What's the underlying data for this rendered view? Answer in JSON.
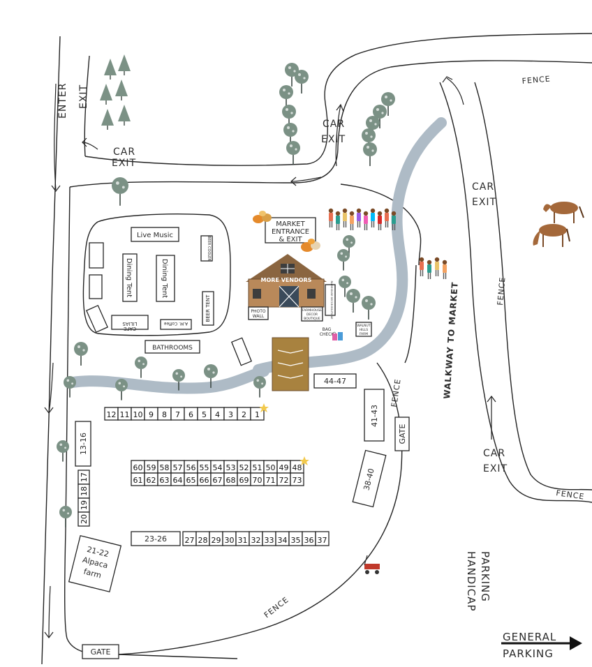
{
  "labels": {
    "enter": "ENTER",
    "exit_top": "EXIT",
    "car_exit_left_1": "CAR",
    "car_exit_left_2": "EXIT",
    "car_exit_mid_1": "CAR",
    "car_exit_mid_2": "EXIT",
    "car_exit_right_1": "CAR",
    "car_exit_right_2": "EXIT",
    "car_exit_bottom_1": "CAR",
    "car_exit_bottom_2": "EXIT",
    "fence_top": "FENCE",
    "fence_right": "FENCE",
    "fence_mid": "FENCE",
    "fence_lower_right": "FENCE",
    "fence_bottom": "FENCE",
    "market_entrance_1": "MARKET",
    "market_entrance_2": "ENTRANCE",
    "market_entrance_3": "& EXIT",
    "live_music": "Live Music",
    "beer_cooler": "BEER COOLER",
    "dining_tent_1": "Dining Tent",
    "dining_tent_2": "Dining Tent",
    "beer_tent": "BEER TENT",
    "lilias_cafe_1": "LILIAS",
    "lilias_cafe_2": "CAFE",
    "am_coffee": "A.M. Coffee",
    "bathrooms": "BATHROOMS",
    "more_vendors": "MORE VENDORS",
    "photo_wall_1": "PHOTO",
    "photo_wall_2": "WALL",
    "farmhouse_decor_1": "FARMHOUSE",
    "farmhouse_decor_2": "DECOR",
    "farmhouse_decor_3": "BOUTIQUE",
    "farmhouse_barn_side": "FARMHOUSE DECOR BOUTIQUE",
    "bag_check_1": "BAG",
    "bag_check_2": "CHECK",
    "walnut_hills_1": "WALNUT",
    "walnut_hills_2": "HILLS",
    "walnut_hills_3": "FARM",
    "walkway": "WALKWAY TO MARKET",
    "range_44_47": "44-47",
    "range_41_43": "41-43",
    "range_38_40": "38-40",
    "range_13_16": "13-16",
    "range_23_26": "23-26",
    "gate_right": "GATE",
    "gate_bottom": "GATE",
    "alpaca_1": "21-22",
    "alpaca_2": "Alpaca",
    "alpaca_3": "farm",
    "handicap_1": "HANDICAP",
    "handicap_2": "PARKING",
    "general_1": "GENERAL",
    "general_2": "PARKING"
  },
  "stalls": {
    "row_1_12": [
      "12",
      "11",
      "10",
      "9",
      "8",
      "7",
      "6",
      "5",
      "4",
      "3",
      "2",
      "1"
    ],
    "row_60_48": [
      "60",
      "59",
      "58",
      "57",
      "56",
      "55",
      "54",
      "53",
      "52",
      "51",
      "50",
      "49",
      "48"
    ],
    "row_61_73": [
      "61",
      "62",
      "63",
      "64",
      "65",
      "66",
      "67",
      "68",
      "69",
      "70",
      "71",
      "72",
      "73"
    ],
    "row_27_37": [
      "27",
      "28",
      "29",
      "30",
      "31",
      "32",
      "33",
      "34",
      "35",
      "36",
      "37"
    ],
    "col_17_20": [
      "17",
      "18",
      "19",
      "20"
    ]
  },
  "colors": {
    "walkway": "#aebbc6",
    "tree": "#7b9185",
    "trunk": "#3d4a44",
    "barn": "#b9895a",
    "barn_roof": "#8a6540",
    "stage": "#a8823f",
    "horse": "#a4683a",
    "star": "#f2c94c"
  }
}
